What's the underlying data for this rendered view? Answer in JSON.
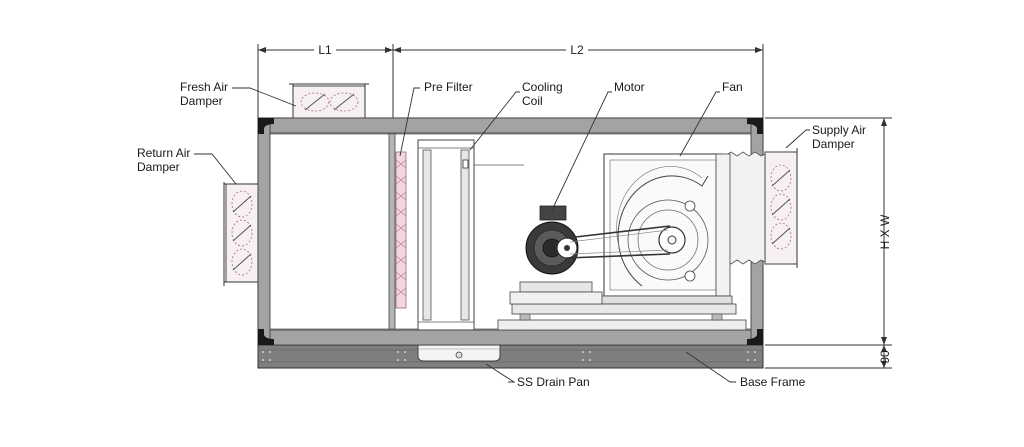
{
  "labels": {
    "fresh_air_damper_1": "Fresh Air",
    "fresh_air_damper_2": "Damper",
    "return_air_damper_1": "Return Air",
    "return_air_damper_2": "Damper",
    "pre_filter": "Pre Filter",
    "cooling_coil_1": "Cooling",
    "cooling_coil_2": "Coil",
    "motor": "Motor",
    "fan": "Fan",
    "supply_air_damper_1": "Supply Air",
    "supply_air_damper_2": "Damper",
    "ss_drain_pan": "SS Drain Pan",
    "base_frame": "Base Frame"
  },
  "dimensions": {
    "l1": "L1",
    "l2": "L2",
    "hxw": "H X W",
    "base_height": "90"
  },
  "colors": {
    "frame_gray": "#9a9a9a",
    "corner_black": "#1a1a1a",
    "filter_pink": "#f3d7df",
    "base_dark": "#7a7a7a"
  }
}
